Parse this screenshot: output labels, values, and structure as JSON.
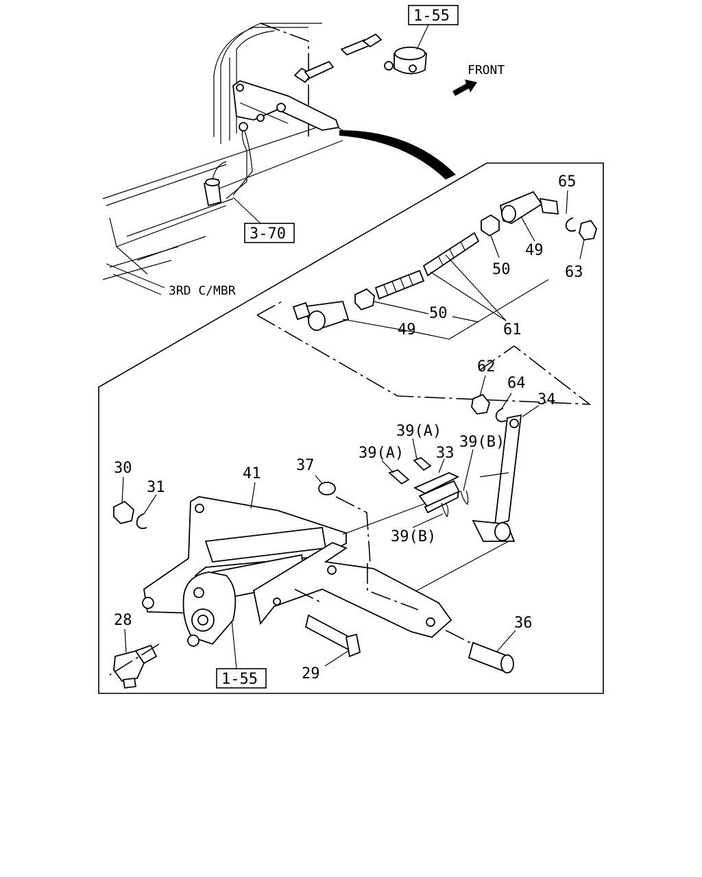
{
  "title": "",
  "notes": {
    "front": "FRONT",
    "crossmember": "3RD C/MBR"
  },
  "references": [
    {
      "id": "ref-1-55-top",
      "label": "1-55"
    },
    {
      "id": "ref-3-70",
      "label": "3-70"
    },
    {
      "id": "ref-1-55-bottom",
      "label": "1-55"
    }
  ],
  "callouts": {
    "c65": "65",
    "c63": "63",
    "c49a": "49",
    "c50a": "50",
    "c50b": "50",
    "c49b": "49",
    "c61": "61",
    "c62": "62",
    "c64": "64",
    "c34": "34",
    "c39a1": "39(A)",
    "c39a2": "39(A)",
    "c33": "33",
    "c39b1": "39(B)",
    "c39b2": "39(B)",
    "c37": "37",
    "c30": "30",
    "c31": "31",
    "c41": "41",
    "c28": "28",
    "c29": "29",
    "c36": "36"
  },
  "colors": {
    "line": "#000000",
    "background": "#ffffff"
  }
}
